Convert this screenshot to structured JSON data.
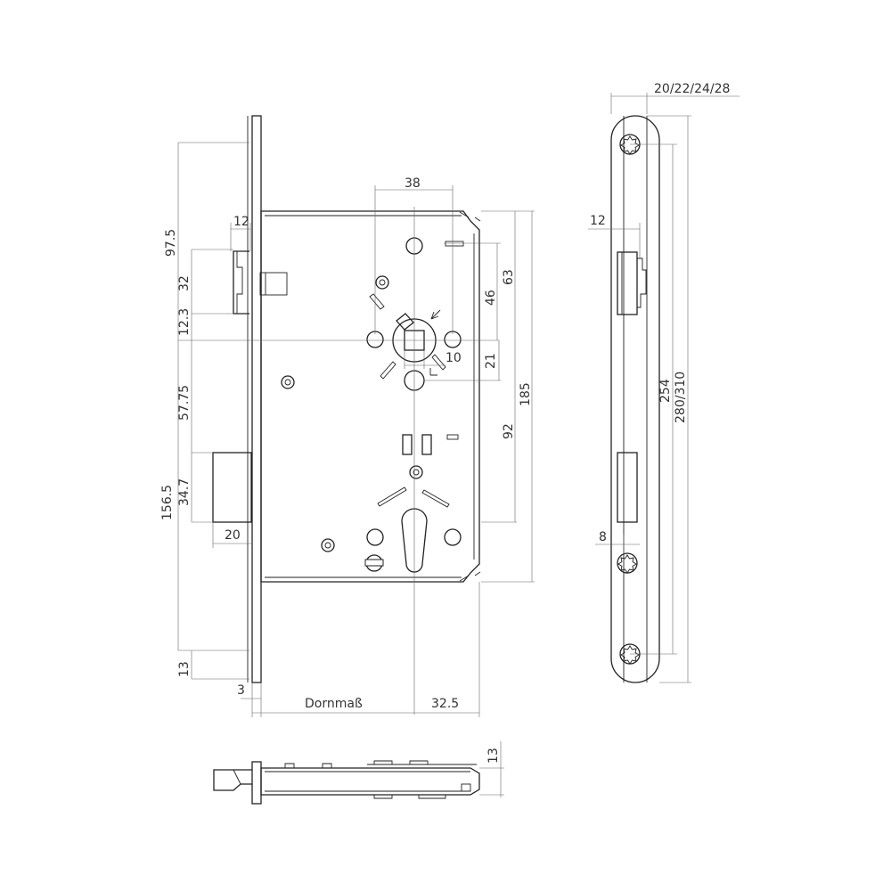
{
  "dimensions": {
    "top_width": "38",
    "faceplate_12": "12",
    "latch_32": "32",
    "offset_12_3": "12.3",
    "height_97_5": "97.5",
    "height_63": "63",
    "height_46": "46",
    "spindle_10": "10",
    "height_21": "21",
    "height_185": "185",
    "height_92": "92",
    "height_57_75": "57.75",
    "bolt_34_7": "34.7",
    "height_156_5": "156.5",
    "bolt_20": "20",
    "bottom_13": "13",
    "thickness_3": "3",
    "backset_label": "Dornmaß",
    "width_32_5": "32.5",
    "plate_widths": "20/22/24/28",
    "plate_12": "12",
    "plate_254": "254",
    "plate_length": "280/310",
    "plate_8": "8",
    "depth_13": "13"
  }
}
